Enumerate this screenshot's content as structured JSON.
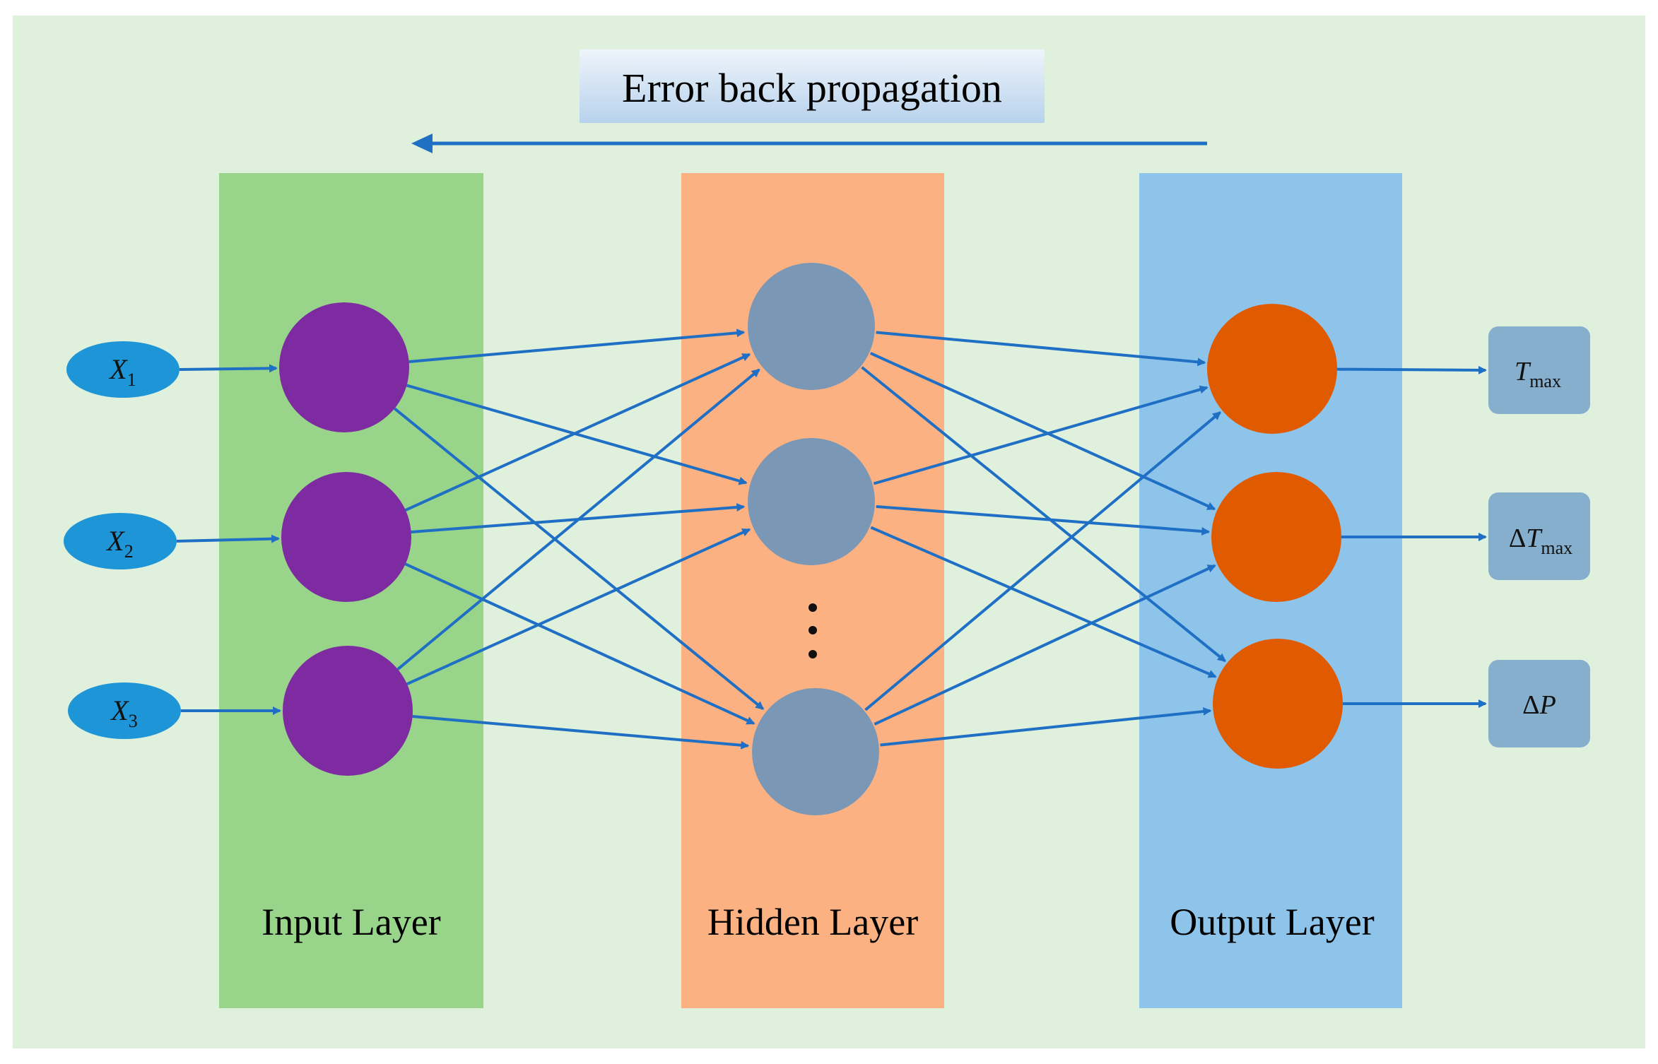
{
  "title": "Error back propagation",
  "layers": {
    "input": {
      "label": "Input Layer"
    },
    "hidden": {
      "label": "Hidden Layer",
      "ellipsis": "⋮"
    },
    "output": {
      "label": "Output Layer"
    }
  },
  "inputs": [
    {
      "symbol": "X",
      "subscript": "1"
    },
    {
      "symbol": "X",
      "subscript": "2"
    },
    {
      "symbol": "X",
      "subscript": "3"
    }
  ],
  "outputs": [
    {
      "prefix": "",
      "symbol": "T",
      "subscript": "max"
    },
    {
      "prefix": "Δ",
      "symbol": "T",
      "subscript": "max"
    },
    {
      "prefix": "Δ",
      "symbol": "P",
      "subscript": ""
    }
  ],
  "colors": {
    "background": "#dff0dc",
    "input_layer": "#98d48a",
    "hidden_layer": "#fbb182",
    "output_layer": "#8ec4ea",
    "input_node": "#7e2aa0",
    "hidden_node": "#7a98b6",
    "output_node": "#e05a00",
    "connection": "#1f6fc5",
    "input_ellipse": "#1d95d6",
    "output_box": "#85afcd"
  }
}
